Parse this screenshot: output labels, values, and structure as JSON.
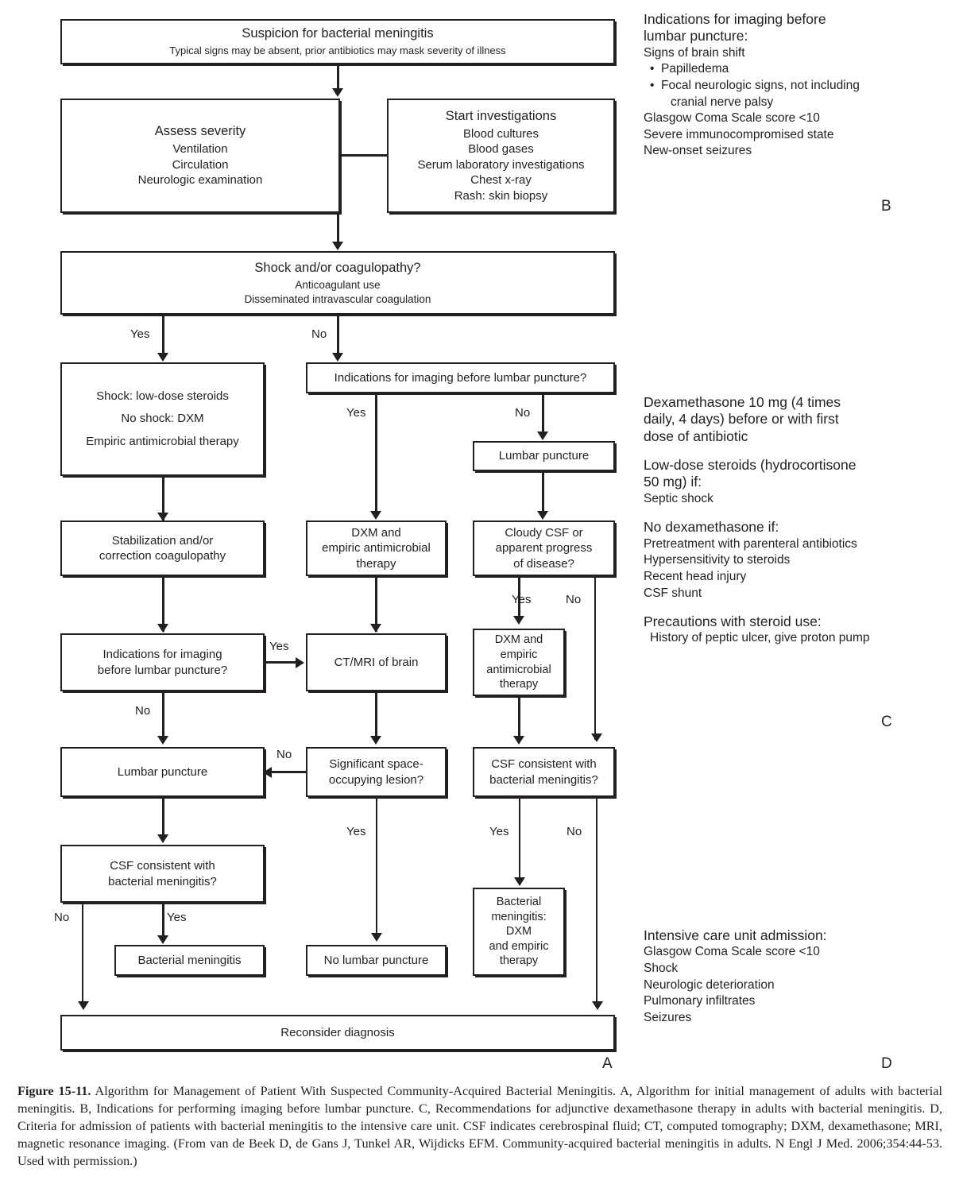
{
  "figure": {
    "caption_label": "Figure 15-11.",
    "caption_text": " Algorithm for Management of Patient With Suspected Community-Acquired Bacterial Meningitis. A, Algorithm for initial management of adults with bacterial meningitis. B, Indications for performing imaging before lumbar puncture. C, Recommendations for adjunctive dexamethasone therapy in adults with bacterial meningitis. D, Criteria for admission of patients with bacterial meningitis to the intensive care unit. CSF indicates cerebrospinal fluid; CT, computed tomography; DXM, dexamethasone; MRI, magnetic resonance imaging. (From van de Beek D, de Gans J, Tunkel AR, Wijdicks EFM. Community-acquired bacterial meningitis in adults. N Engl J Med. 2006;354:44-53. Used with permission.)"
  },
  "panel_letters": {
    "a": "A",
    "b": "B",
    "c": "C",
    "d": "D"
  },
  "flowchart": {
    "suspicion": {
      "title": "Suspicion for bacterial meningitis",
      "sub": "Typical signs may be absent, prior antibiotics may mask severity of illness"
    },
    "assess_severity": {
      "title": "Assess severity",
      "l1": "Ventilation",
      "l2": "Circulation",
      "l3": "Neurologic examination"
    },
    "start_investigations": {
      "title": "Start investigations",
      "l1": "Blood cultures",
      "l2": "Blood gases",
      "l3": "Serum laboratory investigations",
      "l4": "Chest x-ray",
      "l5": "Rash: skin biopsy"
    },
    "shock_coag": {
      "title": "Shock and/or coagulopathy?",
      "l1": "Anticoagulant use",
      "l2": "Disseminated intravascular coagulation"
    },
    "shock_steroids": {
      "l1": "Shock: low-dose steroids",
      "l2": "No shock: DXM",
      "l3": "Empiric antimicrobial therapy"
    },
    "stabilization": {
      "l1": "Stabilization and/or",
      "l2": "correction coagulopathy"
    },
    "indications_left": {
      "l1": "Indications for imaging",
      "l2": "before lumbar puncture?"
    },
    "indications_mid": {
      "l1": "Indications for imaging before lumbar puncture?"
    },
    "lumbar_puncture_mid": {
      "l1": "Lumbar puncture"
    },
    "dxm_empiric_mid": {
      "l1": "DXM and",
      "l2": "empiric antimicrobial",
      "l3": "therapy"
    },
    "cloudy_csf": {
      "l1": "Cloudy CSF or",
      "l2": "apparent progress",
      "l3": "of disease?"
    },
    "ct_mri": {
      "l1": "CT/MRI of brain"
    },
    "dxm_empiric_right": {
      "l1": "DXM and",
      "l2": "empiric",
      "l3": "antimicrobial",
      "l4": "therapy"
    },
    "lumbar_puncture_left": {
      "l1": "Lumbar puncture"
    },
    "significant_lesion": {
      "l1": "Significant space-",
      "l2": "occupying lesion?"
    },
    "csf_consistent_right": {
      "l1": "CSF consistent with",
      "l2": "bacterial meningitis?"
    },
    "csf_consistent_left": {
      "l1": "CSF consistent with",
      "l2": "bacterial meningitis?"
    },
    "bacterial_meningitis": {
      "l1": "Bacterial meningitis"
    },
    "no_lumbar_puncture": {
      "l1": "No lumbar puncture"
    },
    "bm_dxm_empiric": {
      "l1": "Bacterial",
      "l2": "meningitis:",
      "l3": "DXM",
      "l4": "and empiric",
      "l5": "therapy"
    },
    "reconsider": {
      "l1": "Reconsider diagnosis"
    },
    "edge_labels": {
      "shock_yes": "Yes",
      "shock_no": "No",
      "ind_mid_yes": "Yes",
      "ind_mid_no": "No",
      "cloudy_yes": "Yes",
      "cloudy_no": "No",
      "ind_left_yes": "Yes",
      "ind_left_no": "No",
      "lesion_no": "No",
      "lesion_yes": "Yes",
      "csf_right_yes": "Yes",
      "csf_right_no": "No",
      "csf_left_yes": "Yes",
      "csf_left_no": "No"
    }
  },
  "panel_b": {
    "head_l1": "Indications for imaging before",
    "head_l2": "lumbar puncture:",
    "i1": "Signs of brain shift",
    "b1": "Papilledema",
    "b2": "Focal neurologic signs, not including",
    "b2b": "cranial nerve palsy",
    "i2": "Glasgow Coma Scale score <10",
    "i3": "Severe immunocompromised state",
    "i4": "New-onset seizures"
  },
  "panel_c": {
    "head1_l1": "Dexamethasone 10 mg (4 times",
    "head1_l2": "daily, 4 days) before or with first",
    "head1_l3": "dose of antibiotic",
    "head2_l1": "Low-dose steroids (hydrocortisone",
    "head2_l2": "50 mg) if:",
    "i1": "Septic shock",
    "head3": "No dexamethasone if:",
    "i2": "Pretreatment with parenteral antibiotics",
    "i3": "Hypersensitivity to steroids",
    "i4": "Recent head injury",
    "i5": "CSF shunt",
    "head4": "Precautions with steroid use:",
    "i6": "History of peptic ulcer, give proton pump"
  },
  "panel_d": {
    "head": "Intensive care unit admission:",
    "i1": "Glasgow Coma Scale score <10",
    "i2": "Shock",
    "i3": "Neurologic deterioration",
    "i4": "Pulmonary infiltrates",
    "i5": "Seizures"
  }
}
